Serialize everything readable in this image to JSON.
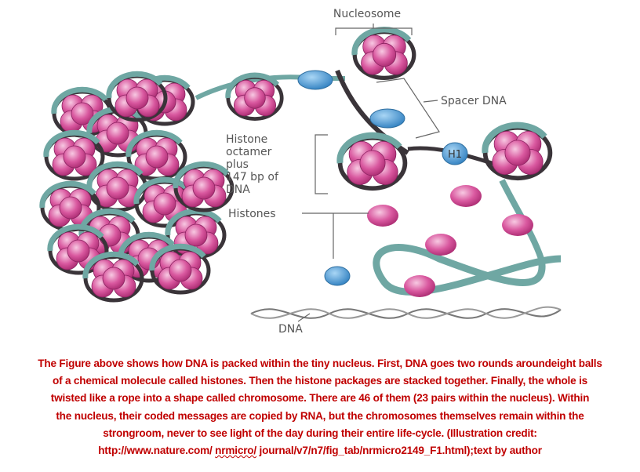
{
  "diagram": {
    "labels": {
      "nucleosome": "Nucleosome",
      "spacer_dna": "Spacer DNA",
      "histone_octamer": [
        "Histone",
        "octamer",
        "plus",
        "147 bp of",
        "DNA"
      ],
      "histones": "Histones",
      "h1": "H1",
      "dna": "DNA"
    },
    "colors": {
      "histone": "#d9589f",
      "histone_light": "#f3b6d8",
      "dna_ribbon": "#6fa7a3",
      "dna_dark": "#3a3439",
      "h1_protein": "#4f9fd8",
      "caption": "#c00000"
    }
  },
  "caption": {
    "lines": [
      "The Figure above shows how DNA is packed within the tiny nucleus. First, DNA goes two rounds aroundeight balls",
      "of a chemical molecule called histones. Then the histone packages are stacked together. Finally, the whole is",
      "twisted like a rope into a shape called chromosome. There are 46 of them (23 pairs within the nucleus). Within",
      "the nucleus, their coded messages are copied by RNA, but the chromosomes themselves remain within the",
      "strongroom, never to see light of the day during their entire life-cycle. (Illustration credit:"
    ],
    "last_line_a": "http://www.nature.com/ ",
    "last_line_b": "nrmicro/",
    "last_line_c": " journal/v7/n7/fig_tab/nrmicro2149_F1.html);text by author"
  }
}
